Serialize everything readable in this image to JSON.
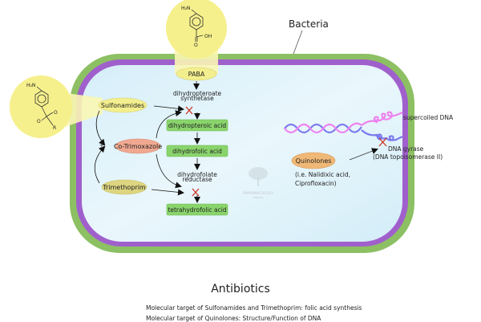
{
  "diagram": {
    "cell_label": "Bacteria",
    "colors": {
      "cell_wall": "#8cc063",
      "membrane": "#a060cc",
      "cytoplasm": "#dcf0fa",
      "drug_oval_yellow": "#f4ef8e",
      "drug_oval_salmon": "#f0a890",
      "drug_oval_orange": "#f0b876",
      "product_box": "#8ad46c",
      "inhibition_x": "#cc3322",
      "dna_strand_a": "#ee82ee",
      "dna_strand_b": "#7b7bee"
    },
    "folate_pathway": {
      "substrate": "PABA",
      "enzyme_1": [
        "dihydropteroate",
        "synthetase"
      ],
      "product_1": "dihydropteroic acid",
      "product_2": "dihydrofolic acid",
      "enzyme_2": [
        "dihydrofolate",
        "reductase"
      ],
      "product_3": "tetrahydrofolic acid"
    },
    "drugs": {
      "sulfonamides": "Sulfonamides",
      "co_trimoxazole": "Co-Trimoxazole",
      "trimethoprim": "Trimethoprim",
      "quinolones": "Quinolones",
      "quinolone_examples": [
        "(i.e. Nalidixic acid,",
        "Ciprofloxacin)"
      ]
    },
    "dna_target": {
      "dna_label": "supercoiled DNA",
      "enzyme_label": [
        "DNA gyrase",
        "(DNA topoisomerase II)"
      ]
    },
    "structures": {
      "paba_amine": "H₂N",
      "paba_acid": "OH",
      "paba_oxygen": "O",
      "sulfa_amine": "H₂N",
      "sulfa_o1": "O",
      "sulfa_o2": "O",
      "sulfa_s": "S",
      "sulfa_r": "R"
    },
    "watermark": {
      "title": "PHARMACOLOGY",
      "subtitle": "MENTOR"
    },
    "plus_sign": "+"
  },
  "caption": {
    "title": "Antibiotics",
    "lines": [
      "Molecular target of Sulfonamides and Trimethoprim: folic acid synthesis",
      "Molecular target of Quinolones: Structure/Function of DNA"
    ]
  }
}
